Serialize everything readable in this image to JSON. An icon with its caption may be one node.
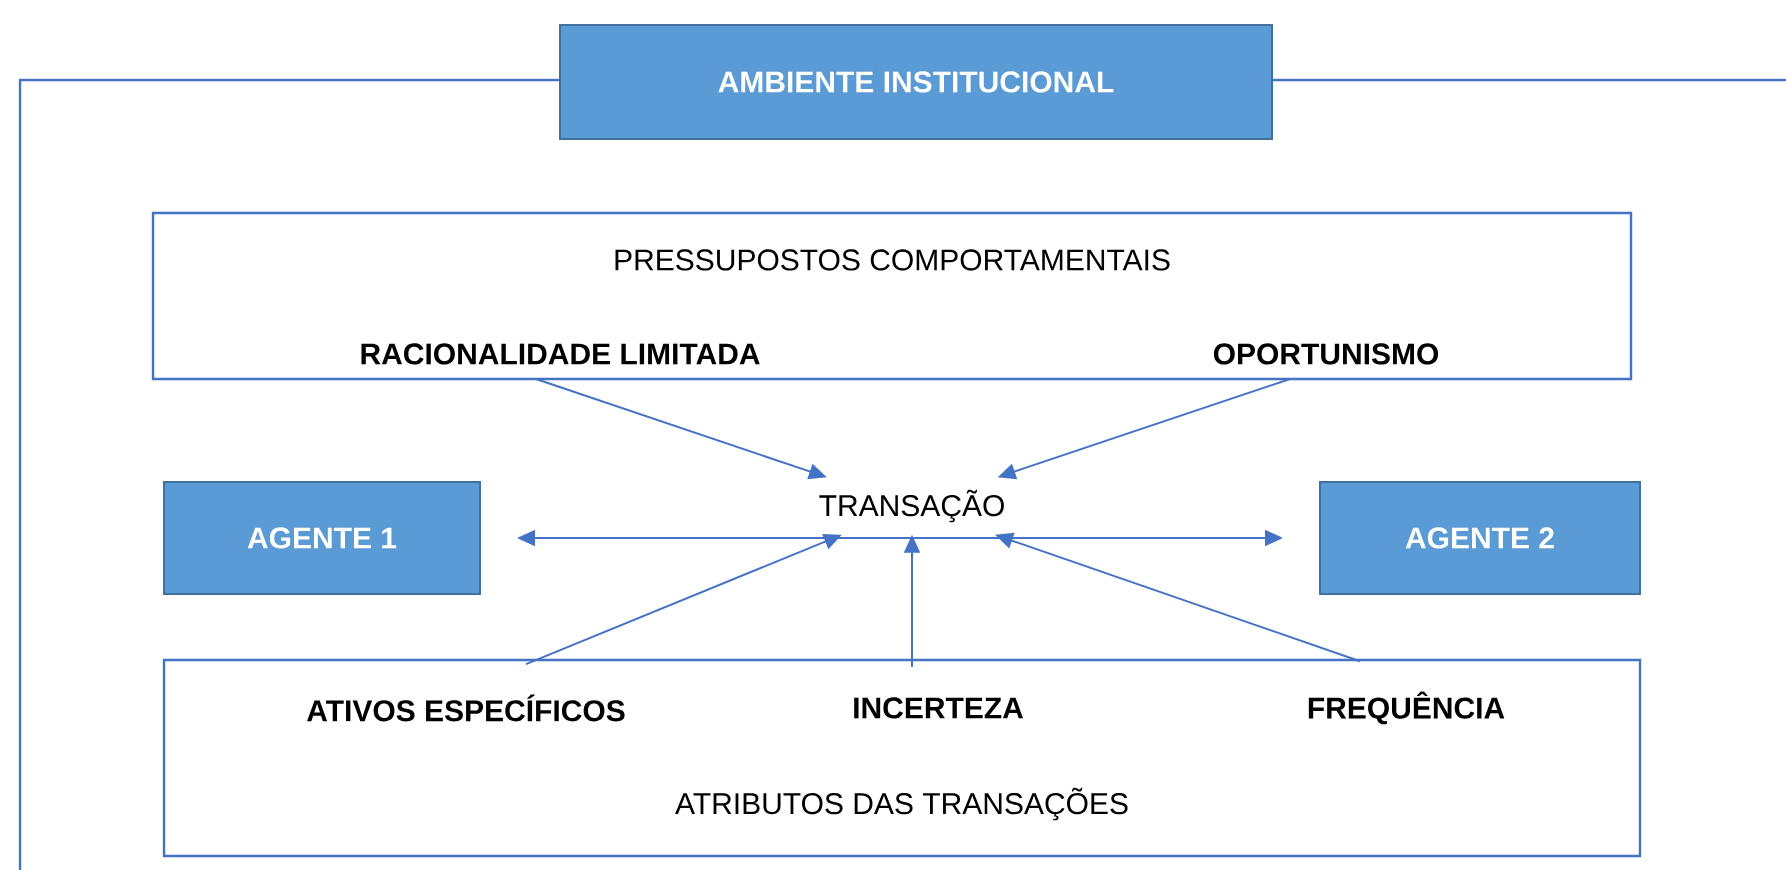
{
  "diagram": {
    "nodes": [
      {
        "text": [
          "AMBIENTE INSTITUCIONAL"
        ]
      },
      {
        "text": [
          "PRESSUPOSTOS COMPORTAMENTAIS"
        ]
      },
      {
        "text": [
          "RACIONALIDADE LIMITADA"
        ],
        "in": 1
      },
      {
        "text": [
          "OPORTUNISMO"
        ],
        "in": 1
      },
      {
        "text": [
          "TRANSAÇÃO"
        ]
      },
      {
        "text": [
          "AGENTE 1"
        ]
      },
      {
        "text": [
          "AGENTE 2"
        ]
      },
      {
        "text": [
          "ATRIBUTOS DAS TRANSAÇÕES"
        ]
      },
      {
        "text": [
          "ATIVOS ESPECÍFICOS"
        ],
        "in": 7
      },
      {
        "text": [
          "INCERTEZA"
        ],
        "in": 7
      },
      {
        "text": [
          "FREQUÊNCIA"
        ],
        "in": 7
      }
    ],
    "edges": [
      {
        "from": 2,
        "to": 4,
        "arrow": "to"
      },
      {
        "from": 3,
        "to": 4,
        "arrow": "to"
      },
      {
        "from": 5,
        "to": 6,
        "arrow": "both"
      },
      {
        "from": 8,
        "to": 4,
        "arrow": "to"
      },
      {
        "from": 9,
        "to": 4,
        "arrow": "to"
      },
      {
        "from": 10,
        "to": 4,
        "arrow": "to"
      }
    ]
  }
}
